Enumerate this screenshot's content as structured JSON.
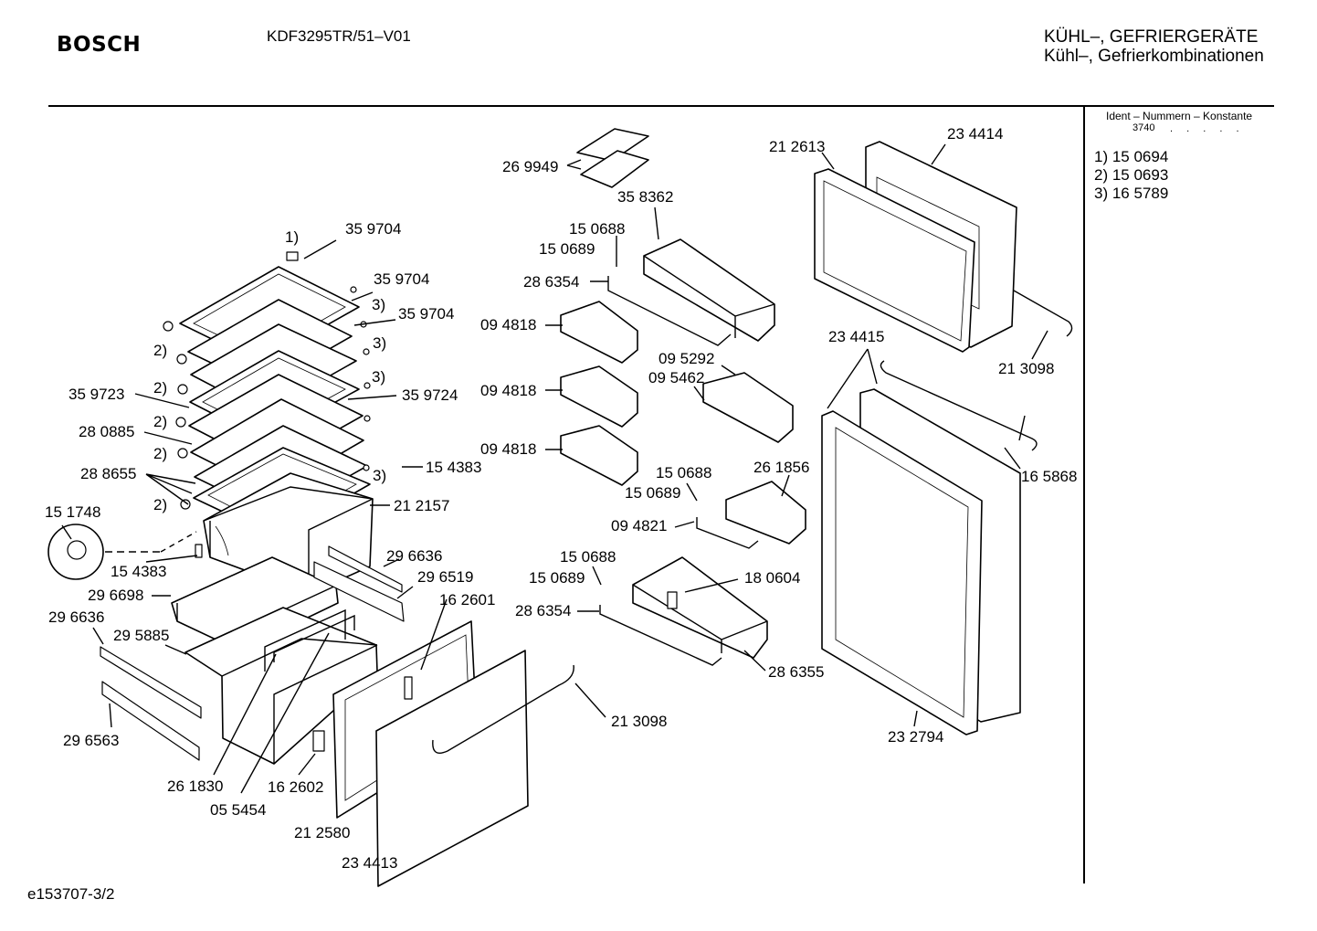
{
  "header": {
    "brand": "BOSCH",
    "model": "KDF3295TR/51–V01",
    "category_line1": "KÜHL–, GEFRIERGERÄTE",
    "category_line2": "Kühl–, Gefrierkombinationen"
  },
  "ident_panel": {
    "heading": "Ident – Nummern – Konstante",
    "number": "3740",
    "dots": ". . . . .",
    "notes": [
      {
        "label": "1) 15 0694"
      },
      {
        "label": "2) 15 0693"
      },
      {
        "label": "3) 16 5789"
      }
    ]
  },
  "footer": {
    "doc_id": "e153707-3/2"
  },
  "callouts": [
    {
      "text": "35 9704"
    },
    {
      "text": "1)"
    },
    {
      "text": "35 9704"
    },
    {
      "text": "3)"
    },
    {
      "text": "35 9704"
    },
    {
      "text": "3)"
    },
    {
      "text": "2)"
    },
    {
      "text": "2)"
    },
    {
      "text": "3)"
    },
    {
      "text": "35 9723"
    },
    {
      "text": "35 9724"
    },
    {
      "text": "2)"
    },
    {
      "text": "28 0885"
    },
    {
      "text": "2)"
    },
    {
      "text": "28 8655"
    },
    {
      "text": "3)"
    },
    {
      "text": "15 4383"
    },
    {
      "text": "2)"
    },
    {
      "text": "15 1748"
    },
    {
      "text": "21 2157"
    },
    {
      "text": "15 4383"
    },
    {
      "text": "29 6636"
    },
    {
      "text": "29 6519"
    },
    {
      "text": "29 6698"
    },
    {
      "text": "29 6636"
    },
    {
      "text": "29 5885"
    },
    {
      "text": "16 2601"
    },
    {
      "text": "29 6563"
    },
    {
      "text": "26 1830"
    },
    {
      "text": "16 2602"
    },
    {
      "text": "05 5454"
    },
    {
      "text": "21 2580"
    },
    {
      "text": "23 4413"
    },
    {
      "text": "21 3098"
    },
    {
      "text": "26 9949"
    },
    {
      "text": "35 8362"
    },
    {
      "text": "15 0688"
    },
    {
      "text": "15 0689"
    },
    {
      "text": "28 6354"
    },
    {
      "text": "09 4818"
    },
    {
      "text": "09 5292"
    },
    {
      "text": "09 5462"
    },
    {
      "text": "09 4818"
    },
    {
      "text": "09 4818"
    },
    {
      "text": "15 0688"
    },
    {
      "text": "26 1856"
    },
    {
      "text": "15 0689"
    },
    {
      "text": "09 4821"
    },
    {
      "text": "15 0688"
    },
    {
      "text": "15 0689"
    },
    {
      "text": "18 0604"
    },
    {
      "text": "28 6354"
    },
    {
      "text": "28 6355"
    },
    {
      "text": "21 2613"
    },
    {
      "text": "23 4414"
    },
    {
      "text": "23 4415"
    },
    {
      "text": "21 3098"
    },
    {
      "text": "16 5868"
    },
    {
      "text": "23 2794"
    }
  ]
}
